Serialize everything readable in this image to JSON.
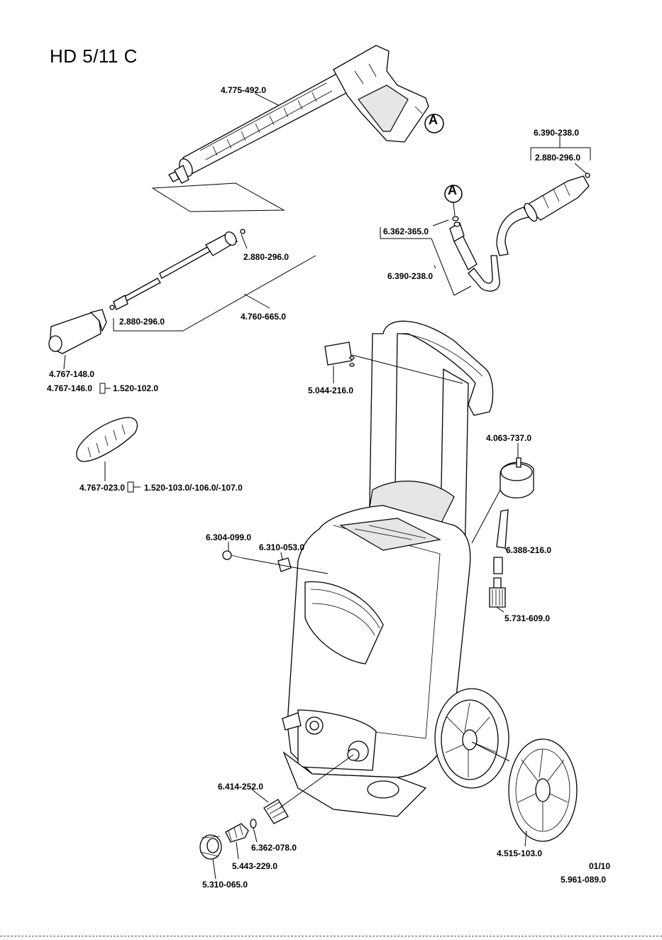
{
  "title": "HD 5/11 C",
  "marker_letter": "A",
  "footer": {
    "date": "01/10",
    "doc_number": "5.961-089.0"
  },
  "parts": {
    "gun": "4.775-492.0",
    "hose_upper_group": "6.390-238.0",
    "hose_upper_oring": "2.880-296.0",
    "hose_coupling": "6.362-365.0",
    "hose_lower_group": "6.390-238.0",
    "lance_oring": "2.880-296.0",
    "lance": "4.760-665.0",
    "lance_oring_tip": "2.880-296.0",
    "nozzle_a": "4.767-148.0",
    "nozzle_b": "4.767-146.0",
    "nozzle_b_ref": "1.520-102.0",
    "dirt_blaster": "4.767-023.0",
    "dirt_blaster_ref": "1.520-103.0/-106.0/-107.0",
    "label_plate": "5.044-216.0",
    "filter_cap": "4.063-737.0",
    "hose_piece": "6.388-216.0",
    "strainer": "5.731-609.0",
    "screw": "6.304-099.0",
    "clip": "6.310-053.0",
    "connector": "6.414-252.0",
    "seal_ring": "6.362-078.0",
    "nipple": "5.443-229.0",
    "coupling_nut": "5.310-065.0",
    "wheel_cover": "4.515-103.0"
  }
}
